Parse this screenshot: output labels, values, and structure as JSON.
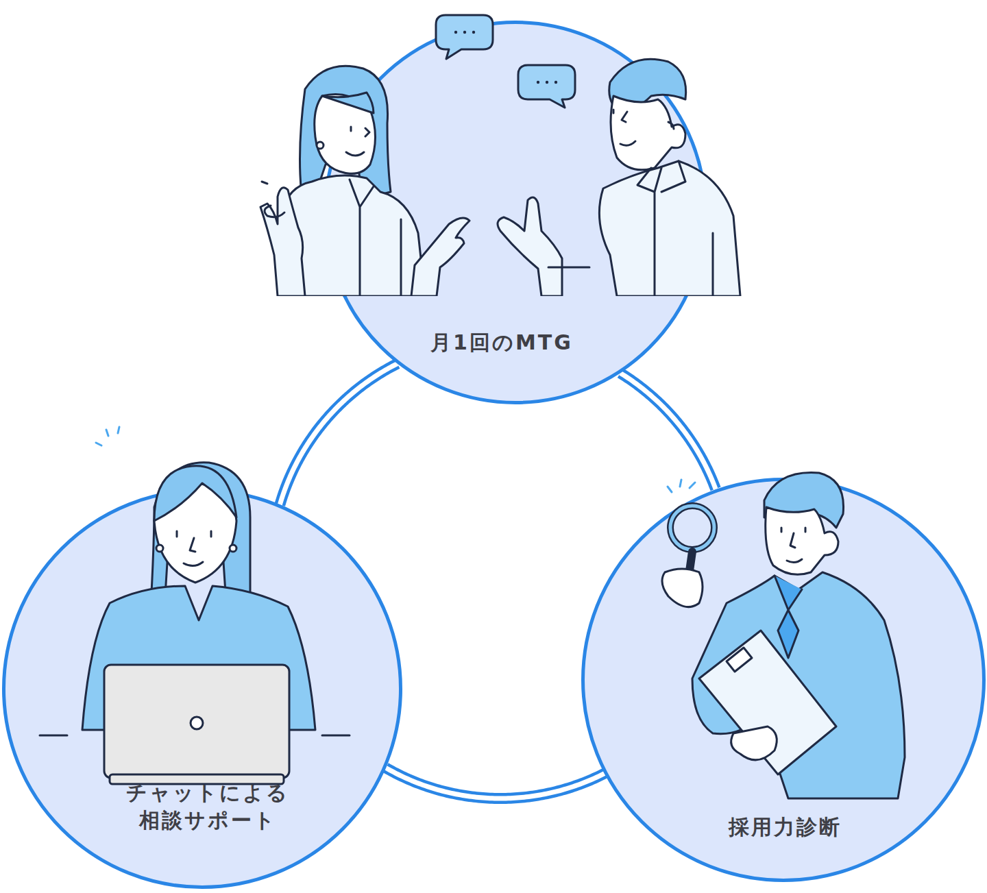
{
  "diagram": {
    "nodes": [
      {
        "text": [
          "月1回のMTG"
        ]
      },
      {
        "text": [
          "チャットによる 相談サポート"
        ]
      },
      {
        "text": [
          "採用力診断"
        ]
      }
    ],
    "edges": [
      {
        "from": 0,
        "to": 2,
        "arrow": "none"
      },
      {
        "from": 2,
        "to": 1,
        "arrow": "none"
      },
      {
        "from": 1,
        "to": 0,
        "arrow": "none"
      }
    ]
  }
}
